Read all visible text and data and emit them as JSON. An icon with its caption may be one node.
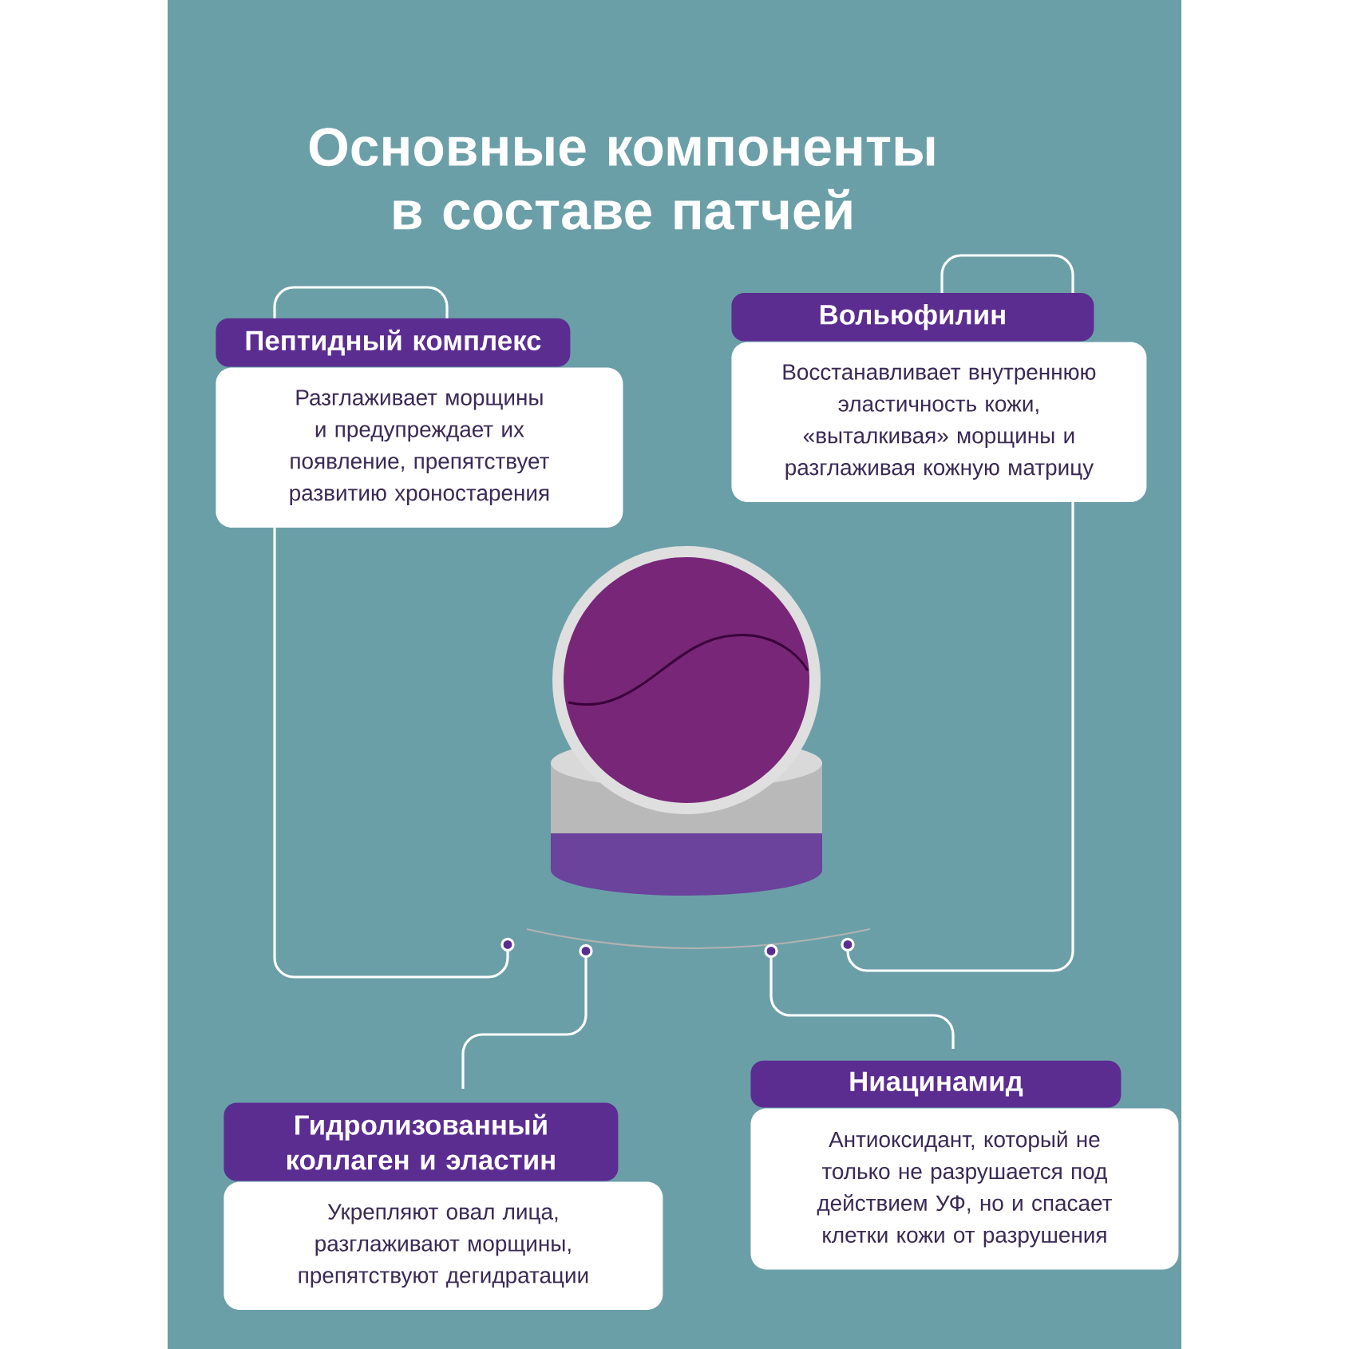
{
  "diagram": {
    "title": "Основные компоненты в составе патчей",
    "nodes": [
      {
        "text": [
          "Пептидный комплекс",
          "Разглаживает морщины и предупреждает их появление, препятствует развитию хроностарения"
        ]
      },
      {
        "text": [
          "Вольюфилин",
          "Восстанавливает внутреннюю эластичность кожи, «выталкивая» морщины и разглаживая кожную матрицу"
        ]
      },
      {
        "text": [],
        "shape": "picture"
      },
      {
        "text": [
          "Гидролизованный коллаген и эластин",
          "Укрепляют овал лица, разглаживают морщины, препятствуют дегидратации"
        ]
      },
      {
        "text": [
          "Ниацинамид",
          "Антиоксидант, который не только не разрушается под действием УФ, но и спасает клетки кожи от разрушения"
        ]
      }
    ],
    "edges": [
      {
        "from": 0,
        "to": 2,
        "arrow": "other"
      },
      {
        "from": 1,
        "to": 2,
        "arrow": "other"
      },
      {
        "from": 3,
        "to": 2,
        "arrow": "other"
      },
      {
        "from": 4,
        "to": 2,
        "arrow": "other"
      }
    ]
  }
}
